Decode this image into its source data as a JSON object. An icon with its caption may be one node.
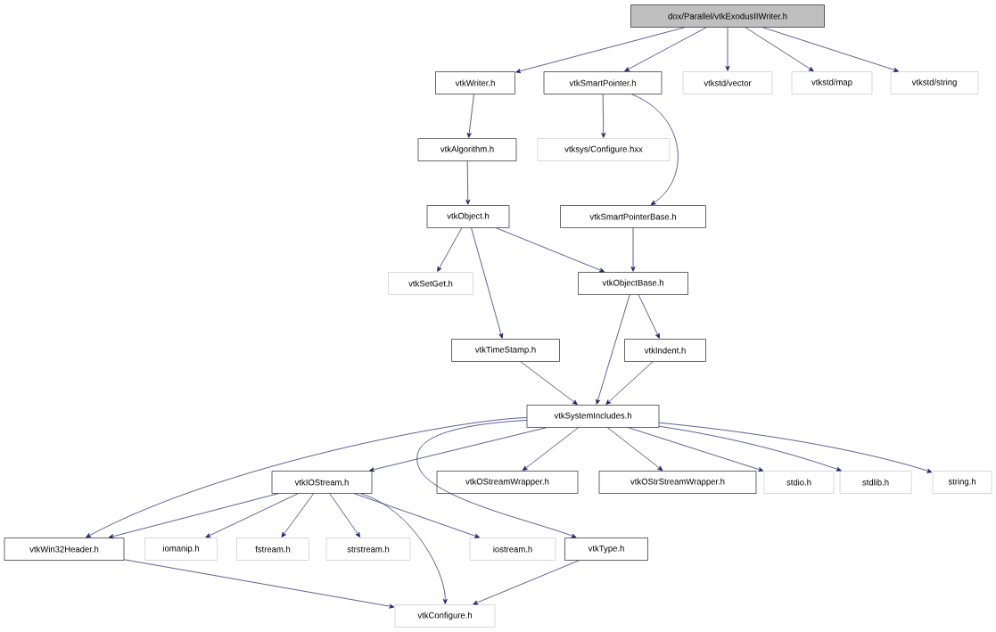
{
  "diagram": {
    "nodes": [
      {
        "text": [
          "dox/Parallel/vtkExodusIIWriter.h"
        ]
      },
      {
        "text": [
          "vtkWriter.h"
        ]
      },
      {
        "text": [
          "vtkSmartPointer.h"
        ]
      },
      {
        "text": [
          "vtkstd/vector"
        ]
      },
      {
        "text": [
          "vtkstd/map"
        ]
      },
      {
        "text": [
          "vtkstd/string"
        ]
      },
      {
        "text": [
          "vtkAlgorithm.h"
        ]
      },
      {
        "text": [
          "vtksys/Configure.hxx"
        ]
      },
      {
        "text": [
          "vtkObject.h"
        ]
      },
      {
        "text": [
          "vtkSmartPointerBase.h"
        ]
      },
      {
        "text": [
          "vtkSetGet.h"
        ]
      },
      {
        "text": [
          "vtkObjectBase.h"
        ]
      },
      {
        "text": [
          "vtkTimeStamp.h"
        ]
      },
      {
        "text": [
          "vtkIndent.h"
        ]
      },
      {
        "text": [
          "vtkSystemIncludes.h"
        ]
      },
      {
        "text": [
          "vtkIOStream.h"
        ]
      },
      {
        "text": [
          "vtkOStreamWrapper.h"
        ]
      },
      {
        "text": [
          "vtkOStrStreamWrapper.h"
        ]
      },
      {
        "text": [
          "stdio.h"
        ]
      },
      {
        "text": [
          "stdlib.h"
        ]
      },
      {
        "text": [
          "string.h"
        ]
      },
      {
        "text": [
          "vtkWin32Header.h"
        ]
      },
      {
        "text": [
          "iomanip.h"
        ]
      },
      {
        "text": [
          "fstream.h"
        ]
      },
      {
        "text": [
          "strstream.h"
        ]
      },
      {
        "text": [
          "iostream.h"
        ]
      },
      {
        "text": [
          "vtkType.h"
        ]
      },
      {
        "text": [
          "vtkConfigure.h"
        ]
      }
    ],
    "edges": [
      {
        "from": 0,
        "to": 1,
        "arrow": "to"
      },
      {
        "from": 0,
        "to": 2,
        "arrow": "to"
      },
      {
        "from": 0,
        "to": 3,
        "arrow": "to"
      },
      {
        "from": 0,
        "to": 4,
        "arrow": "to"
      },
      {
        "from": 0,
        "to": 5,
        "arrow": "to"
      },
      {
        "from": 1,
        "to": 6,
        "arrow": "to"
      },
      {
        "from": 2,
        "to": 7,
        "arrow": "to"
      },
      {
        "from": 2,
        "to": 9,
        "arrow": "to"
      },
      {
        "from": 6,
        "to": 8,
        "arrow": "to"
      },
      {
        "from": 8,
        "to": 10,
        "arrow": "to"
      },
      {
        "from": 8,
        "to": 12,
        "arrow": "to"
      },
      {
        "from": 8,
        "to": 11,
        "arrow": "to"
      },
      {
        "from": 9,
        "to": 11,
        "arrow": "to"
      },
      {
        "from": 11,
        "to": 14,
        "arrow": "to"
      },
      {
        "from": 11,
        "to": 13,
        "arrow": "to"
      },
      {
        "from": 12,
        "to": 14,
        "arrow": "to"
      },
      {
        "from": 13,
        "to": 14,
        "arrow": "to"
      },
      {
        "from": 14,
        "to": 21,
        "arrow": "to"
      },
      {
        "from": 14,
        "to": 15,
        "arrow": "to"
      },
      {
        "from": 14,
        "to": 26,
        "arrow": "to"
      },
      {
        "from": 14,
        "to": 16,
        "arrow": "to"
      },
      {
        "from": 14,
        "to": 17,
        "arrow": "to"
      },
      {
        "from": 14,
        "to": 18,
        "arrow": "to"
      },
      {
        "from": 14,
        "to": 19,
        "arrow": "to"
      },
      {
        "from": 14,
        "to": 20,
        "arrow": "to"
      },
      {
        "from": 15,
        "to": 21,
        "arrow": "to"
      },
      {
        "from": 15,
        "to": 22,
        "arrow": "to"
      },
      {
        "from": 15,
        "to": 23,
        "arrow": "to"
      },
      {
        "from": 15,
        "to": 24,
        "arrow": "to"
      },
      {
        "from": 15,
        "to": 27,
        "arrow": "to"
      },
      {
        "from": 15,
        "to": 25,
        "arrow": "to"
      },
      {
        "from": 21,
        "to": 27,
        "arrow": "to"
      },
      {
        "from": 26,
        "to": 27,
        "arrow": "to"
      }
    ]
  }
}
